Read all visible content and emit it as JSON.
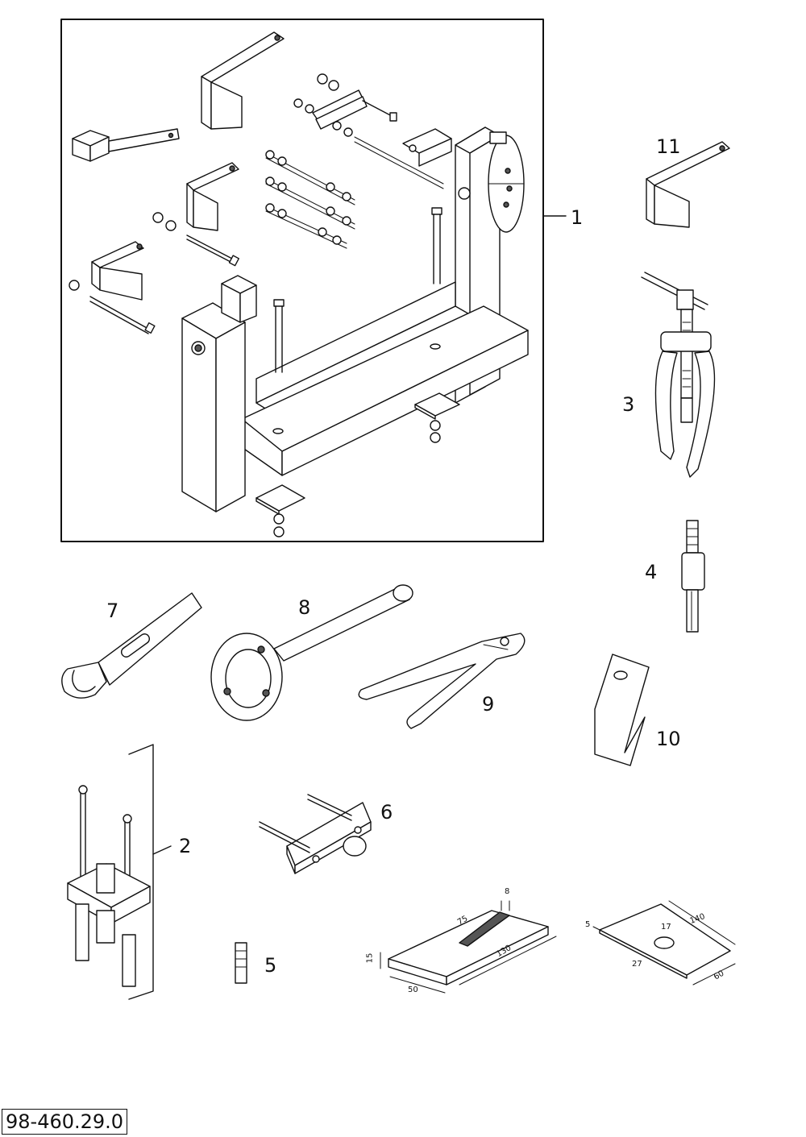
{
  "callouts": {
    "item_1": "1",
    "item_2": "2",
    "item_3": "3",
    "item_4": "4",
    "item_5": "5",
    "item_6": "6",
    "item_7": "7",
    "item_8": "8",
    "item_9": "9",
    "item_10": "10",
    "item_11": "11"
  },
  "block_dims": {
    "slot_width": "8",
    "slot_length": "75",
    "length": "130",
    "height": "15",
    "width": "50"
  },
  "plate_dims": {
    "thickness": "5",
    "length": "140",
    "hole": "17",
    "hole_offset": "27",
    "width": "60"
  },
  "drawing_number": "98-460.29.0"
}
